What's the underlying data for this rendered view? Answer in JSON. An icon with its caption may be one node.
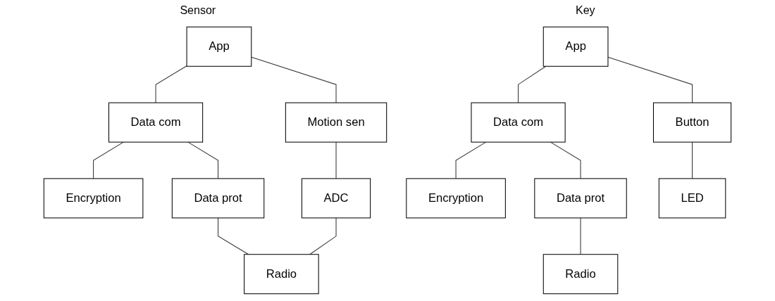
{
  "diagram": {
    "nodes": [
      {
        "text": [
          "App"
        ]
      },
      {
        "text": [
          "Data com"
        ]
      },
      {
        "text": [
          "Motion sen"
        ]
      },
      {
        "text": [
          "Encryption"
        ]
      },
      {
        "text": [
          "Data prot"
        ]
      },
      {
        "text": [
          "ADC"
        ]
      },
      {
        "text": [
          "Radio"
        ]
      },
      {
        "text": [
          "App"
        ]
      },
      {
        "text": [
          "Data com"
        ]
      },
      {
        "text": [
          "Button"
        ]
      },
      {
        "text": [
          "Encryption"
        ]
      },
      {
        "text": [
          "Data prot"
        ]
      },
      {
        "text": [
          "LED"
        ]
      },
      {
        "text": [
          "Radio"
        ]
      }
    ],
    "edges": [
      {
        "from": 0,
        "to": 1,
        "arrow": "none"
      },
      {
        "from": 0,
        "to": 2,
        "arrow": "none"
      },
      {
        "from": 1,
        "to": 3,
        "arrow": "none"
      },
      {
        "from": 1,
        "to": 4,
        "arrow": "none"
      },
      {
        "from": 2,
        "to": 5,
        "arrow": "none"
      },
      {
        "from": 4,
        "to": 6,
        "arrow": "none"
      },
      {
        "from": 5,
        "to": 6,
        "arrow": "none"
      },
      {
        "from": 7,
        "to": 8,
        "arrow": "none"
      },
      {
        "from": 7,
        "to": 9,
        "arrow": "none"
      },
      {
        "from": 8,
        "to": 10,
        "arrow": "none"
      },
      {
        "from": 8,
        "to": 11,
        "arrow": "none"
      },
      {
        "from": 9,
        "to": 12,
        "arrow": "none"
      },
      {
        "from": 11,
        "to": 13,
        "arrow": "none"
      }
    ],
    "labels": [
      "Sensor",
      "Key"
    ]
  }
}
